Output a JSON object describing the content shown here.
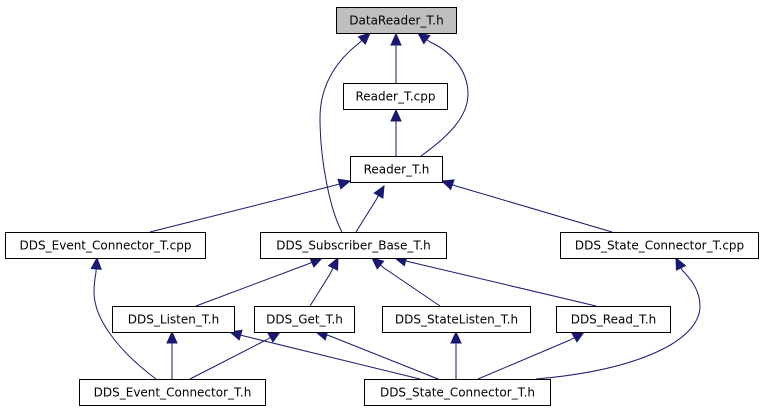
{
  "diagram": {
    "type": "include-dependency-graph",
    "colors": {
      "edge": "#191970",
      "node_fill": "#ffffff",
      "root_fill": "#bfbfbf",
      "node_border": "#000000"
    },
    "nodes": [
      {
        "id": "datareader_t_h",
        "label": "DataReader_T.h",
        "root": true
      },
      {
        "id": "reader_t_cpp",
        "label": "Reader_T.cpp"
      },
      {
        "id": "reader_t_h",
        "label": "Reader_T.h"
      },
      {
        "id": "dds_event_connector_t_cpp",
        "label": "DDS_Event_Connector_T.cpp"
      },
      {
        "id": "dds_subscriber_base_t_h",
        "label": "DDS_Subscriber_Base_T.h"
      },
      {
        "id": "dds_state_connector_t_cpp",
        "label": "DDS_State_Connector_T.cpp"
      },
      {
        "id": "dds_listen_t_h",
        "label": "DDS_Listen_T.h"
      },
      {
        "id": "dds_get_t_h",
        "label": "DDS_Get_T.h"
      },
      {
        "id": "dds_statelisten_t_h",
        "label": "DDS_StateListen_T.h"
      },
      {
        "id": "dds_read_t_h",
        "label": "DDS_Read_T.h"
      },
      {
        "id": "dds_event_connector_t_h",
        "label": "DDS_Event_Connector_T.h"
      },
      {
        "id": "dds_state_connector_t_h",
        "label": "DDS_State_Connector_T.h"
      }
    ],
    "edges": [
      {
        "from": "reader_t_cpp",
        "to": "datareader_t_h"
      },
      {
        "from": "reader_t_h",
        "to": "datareader_t_h"
      },
      {
        "from": "dds_subscriber_base_t_h",
        "to": "datareader_t_h"
      },
      {
        "from": "reader_t_h",
        "to": "reader_t_cpp"
      },
      {
        "from": "dds_event_connector_t_cpp",
        "to": "reader_t_h"
      },
      {
        "from": "dds_subscriber_base_t_h",
        "to": "reader_t_h"
      },
      {
        "from": "dds_state_connector_t_cpp",
        "to": "reader_t_h"
      },
      {
        "from": "dds_listen_t_h",
        "to": "dds_subscriber_base_t_h"
      },
      {
        "from": "dds_get_t_h",
        "to": "dds_subscriber_base_t_h"
      },
      {
        "from": "dds_statelisten_t_h",
        "to": "dds_subscriber_base_t_h"
      },
      {
        "from": "dds_read_t_h",
        "to": "dds_subscriber_base_t_h"
      },
      {
        "from": "dds_event_connector_t_h",
        "to": "dds_event_connector_t_cpp"
      },
      {
        "from": "dds_event_connector_t_h",
        "to": "dds_listen_t_h"
      },
      {
        "from": "dds_event_connector_t_h",
        "to": "dds_get_t_h"
      },
      {
        "from": "dds_state_connector_t_h",
        "to": "dds_listen_t_h"
      },
      {
        "from": "dds_state_connector_t_h",
        "to": "dds_get_t_h"
      },
      {
        "from": "dds_state_connector_t_h",
        "to": "dds_statelisten_t_h"
      },
      {
        "from": "dds_state_connector_t_h",
        "to": "dds_read_t_h"
      },
      {
        "from": "dds_state_connector_t_h",
        "to": "dds_state_connector_t_cpp"
      }
    ]
  }
}
